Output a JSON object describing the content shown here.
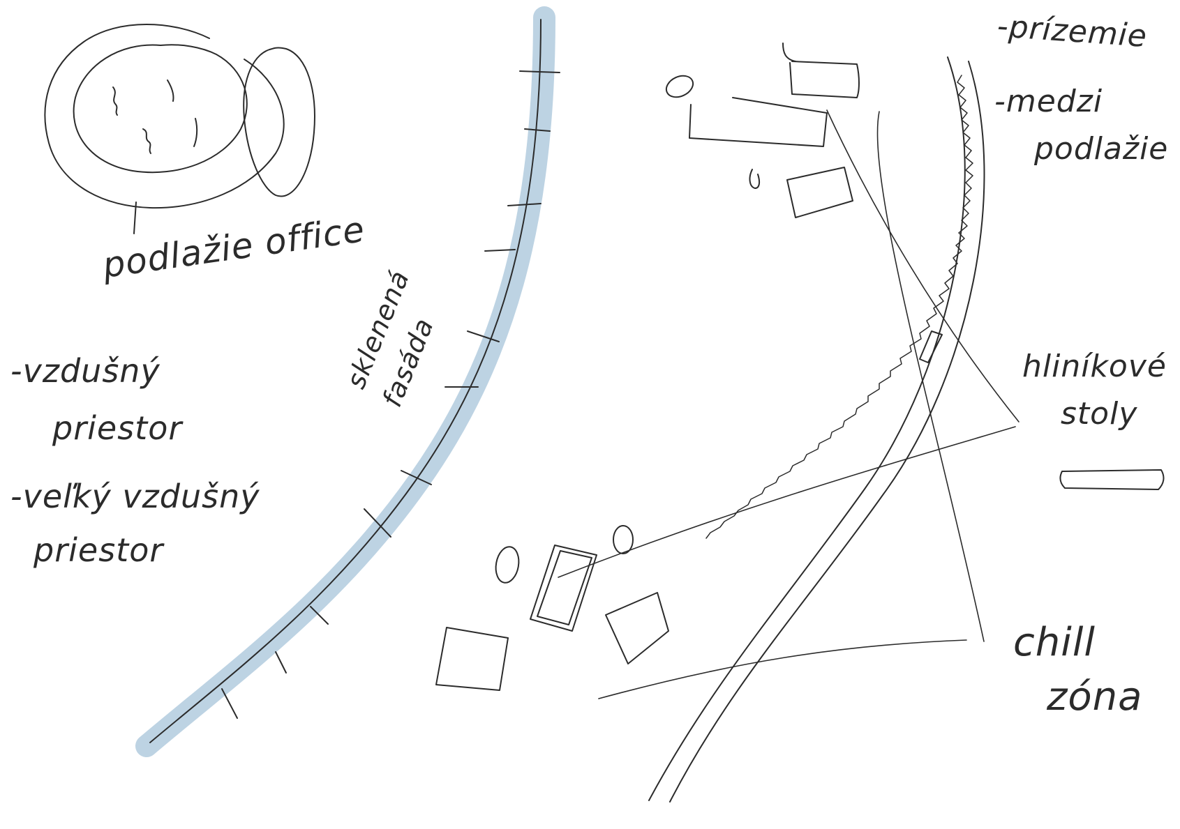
{
  "colors": {
    "ink": "#2b2b2b",
    "facade_highlight": "#bdd3e3",
    "background": "#ffffff"
  },
  "labels": {
    "podlazie_office": "podlažie office",
    "vzdusny_1": "-vzdušný",
    "vzdusny_2": "priestor",
    "velky_1": "-veľký vzdušný",
    "velky_2": "priestor",
    "fasada_1": "sklenená",
    "fasada_2": "fasáda",
    "prizemie": "-prízemie",
    "medzi_1": "-medzi",
    "medzi_2": "podlažie",
    "hlinik_1": "hliníkové",
    "hlinik_2": "stoly",
    "chill_1": "chill",
    "chill_2": "zóna"
  }
}
